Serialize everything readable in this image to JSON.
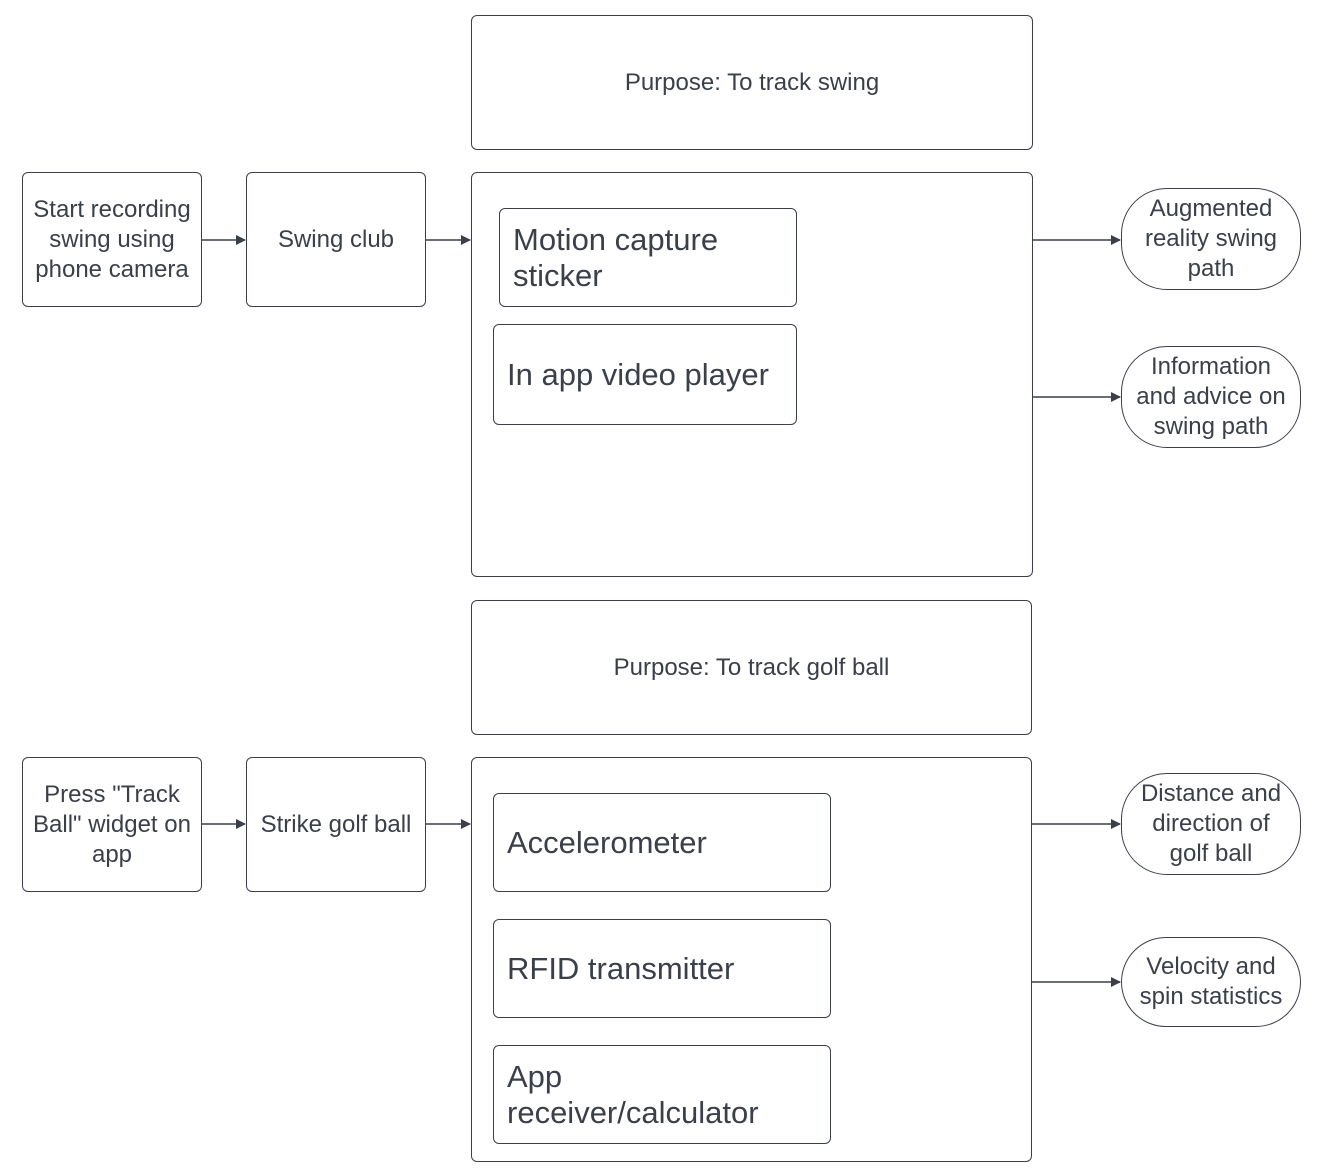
{
  "swing": {
    "purpose": "Purpose: To track swing",
    "step1": "Start recording swing using phone camera",
    "step2": "Swing club",
    "components": [
      "Motion capture sticker",
      "In app video player"
    ],
    "outputs": [
      "Augmented reality swing path",
      "Information and advice on swing path"
    ]
  },
  "ball": {
    "purpose": "Purpose: To track golf ball",
    "step1": "Press \"Track Ball\" widget on app",
    "step2": "Strike golf ball",
    "components": [
      "Accelerometer",
      "RFID transmitter",
      "App receiver/calculator"
    ],
    "outputs": [
      "Distance and direction of golf ball",
      "Velocity and spin statistics"
    ]
  },
  "colors": {
    "stroke": "#3a3f4a",
    "text": "#3a3f4a",
    "background": "#ffffff"
  }
}
